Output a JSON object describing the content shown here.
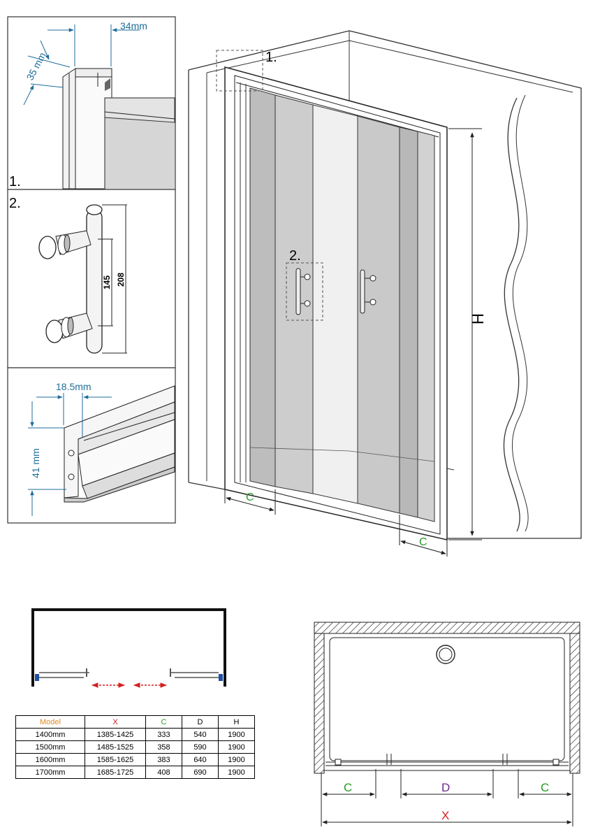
{
  "detail1": {
    "number": "1.",
    "dim_width": "34mm",
    "dim_depth": "35 mm"
  },
  "detail2": {
    "number": "2.",
    "dim_inner": "145",
    "dim_outer": "208"
  },
  "detail3": {
    "dim_width": "18.5mm",
    "dim_height": "41 mm"
  },
  "main": {
    "callout1": "1.",
    "callout2": "2.",
    "label_h": "H",
    "label_c_left": "C",
    "label_c_right": "C"
  },
  "plan": {
    "label_c_left": "C",
    "label_d": "D",
    "label_c_right": "C",
    "label_x": "X"
  },
  "colors": {
    "dim_blue": "#1f6d9a",
    "green": "#2a9a2a",
    "red": "#d42020",
    "orange": "#e08a1e",
    "purple": "#6a2c8a"
  },
  "table": {
    "headers": [
      "Model",
      "X",
      "C",
      "D",
      "H"
    ],
    "rows": [
      [
        "1400mm",
        "1385-1425",
        "333",
        "540",
        "1900"
      ],
      [
        "1500mm",
        "1485-1525",
        "358",
        "590",
        "1900"
      ],
      [
        "1600mm",
        "1585-1625",
        "383",
        "640",
        "1900"
      ],
      [
        "1700mm",
        "1685-1725",
        "408",
        "690",
        "1900"
      ]
    ]
  }
}
